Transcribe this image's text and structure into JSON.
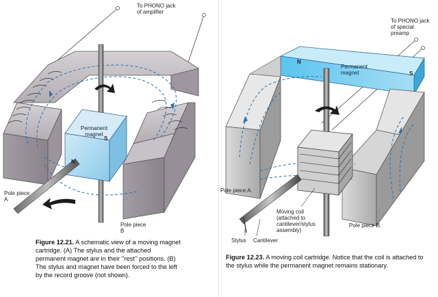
{
  "figure_left": {
    "labels": {
      "phono_jack": "To PHONO jack\nof amplifier",
      "permanent_magnet": "Permanent\nmagnet",
      "pole_a": "Pole piece\nA",
      "pole_b": "Pole piece\nB",
      "north": "N",
      "south": "S"
    },
    "caption_number": "Figure 12.21.",
    "caption_text": "A schematic view of a moving magnet cartridge. (A) The stylus and the attached permanent magnet are in their ’’rest’’ positions. (B) The stylus and magnet have been forced to the left by the record groove (not shown)."
  },
  "figure_right": {
    "labels": {
      "phono_jack": "To PHONO jack\nof special\npreamp",
      "permanent_magnet": "Permanent\nmagnet",
      "north": "N",
      "south": "S",
      "pole_a": "Pole piece  A.",
      "pole_b": "Pole piece  B.",
      "moving_coil": "Moving coil\n(attached to\ncantilever/stylus\nassembly)",
      "stylus": "Stylus",
      "cantilever": "Cantilever"
    },
    "caption_number": "Figure 12.23.",
    "caption_text": "A moving coil cartridge. Notice that the coil is attached to the stylus while the permanent magnet remains stationary."
  },
  "colors": {
    "pole_gray": "#b9b3b8",
    "pole_dark": "#8f8890",
    "magnet_blue": "#a8d6ef",
    "magnet_bright": "#5cc3f0",
    "field_line": "#2a6fb0",
    "arrow": "#1b1b1b"
  }
}
